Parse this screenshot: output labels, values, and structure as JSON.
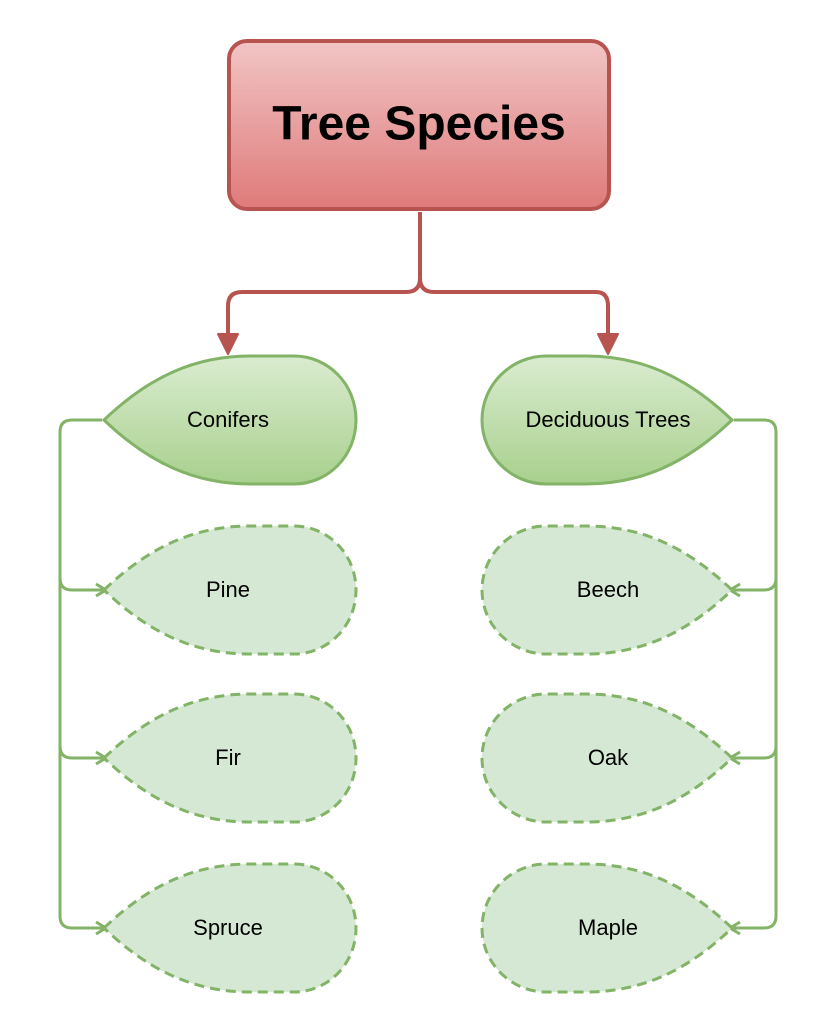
{
  "title": "Tree Species",
  "categories": [
    {
      "label": "Conifers",
      "children": [
        "Pine",
        "Fir",
        "Spruce"
      ]
    },
    {
      "label": "Deciduous Trees",
      "children": [
        "Beech",
        "Oak",
        "Maple"
      ]
    }
  ],
  "colors": {
    "root_fill_top": "#f2c5c5",
    "root_fill_bottom": "#df7a7a",
    "root_stroke": "#b85450",
    "category_fill_top": "#daecd0",
    "category_fill_bottom": "#a8d08d",
    "category_stroke": "#82b366",
    "leaf_fill": "#d5e8d4",
    "leaf_stroke": "#82b366",
    "connector_root": "#b85450",
    "connector_branch": "#82b366"
  }
}
